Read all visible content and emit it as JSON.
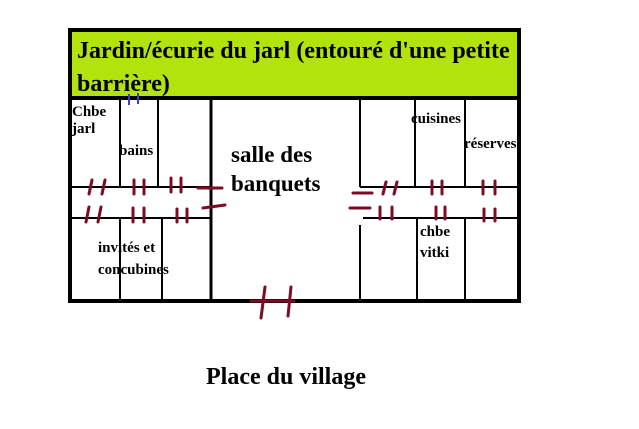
{
  "garden": {
    "label": "Jardin/écurie du jarl (entouré d'une petite barrière)",
    "fill_color": "#b2e30c"
  },
  "rooms": {
    "jarl_bedroom": {
      "line1": "Chbe",
      "line2": "jarl"
    },
    "baths": "bains",
    "banquet_hall": {
      "line1": "salle des",
      "line2": "banquets"
    },
    "kitchens": "cuisines",
    "storage": "réserves",
    "guests": {
      "line1": "invités et",
      "line2": "concubines"
    },
    "vitki_bedroom": {
      "line1": "chbe",
      "line2": "vitki"
    }
  },
  "outside": "Place du village",
  "colors": {
    "walls": "#000000",
    "doors": "#7b0c24",
    "garden_door": "#3b3bd1"
  }
}
